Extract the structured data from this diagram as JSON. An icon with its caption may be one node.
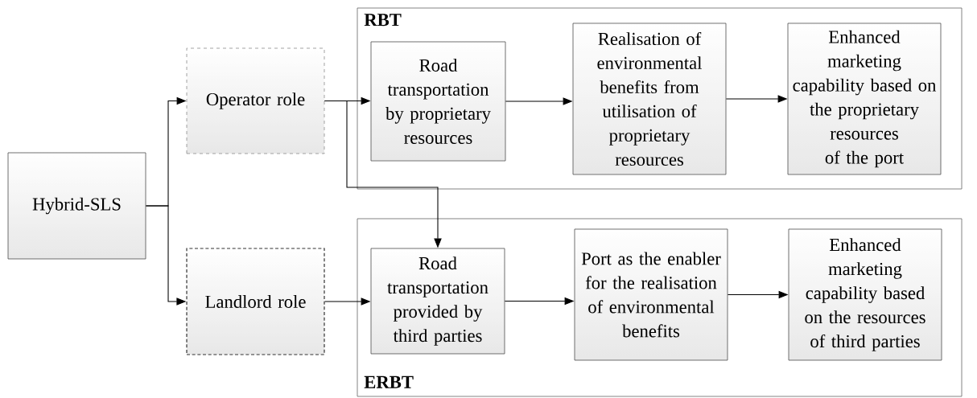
{
  "diagram": {
    "nodes": [
      {
        "text": [
          "Hybrid-SLS"
        ]
      },
      {
        "text": [
          "Operator role"
        ]
      },
      {
        "text": [
          "Landlord role"
        ]
      },
      {
        "text": [
          "RBT"
        ]
      },
      {
        "text": [
          "Road transportation by proprietary resources"
        ],
        "in": 3
      },
      {
        "text": [
          "Realisation of environmental benefits from utilisation of proprietary resources"
        ],
        "in": 3
      },
      {
        "text": [
          "Enhanced marketing capability based on the proprietary resources of the port"
        ],
        "in": 3
      },
      {
        "text": [
          "ERBT"
        ]
      },
      {
        "text": [
          "Road transportation provided by third parties"
        ],
        "in": 7
      },
      {
        "text": [
          "Port as the enabler for the realisation of environmental benefits"
        ],
        "in": 7
      },
      {
        "text": [
          "Enhanced marketing capability based on the resources of third parties"
        ],
        "in": 7
      }
    ],
    "edges": [
      {
        "from": 0,
        "to": 1,
        "arrow": "to"
      },
      {
        "from": 0,
        "to": 2,
        "arrow": "to"
      },
      {
        "from": 1,
        "to": 4,
        "arrow": "to"
      },
      {
        "from": 1,
        "to": 8,
        "arrow": "to"
      },
      {
        "from": 4,
        "to": 5,
        "arrow": "to"
      },
      {
        "from": 5,
        "to": 6,
        "arrow": "to"
      },
      {
        "from": 2,
        "to": 8,
        "arrow": "to"
      },
      {
        "from": 8,
        "to": 9,
        "arrow": "to"
      },
      {
        "from": 9,
        "to": 10,
        "arrow": "to"
      }
    ]
  }
}
